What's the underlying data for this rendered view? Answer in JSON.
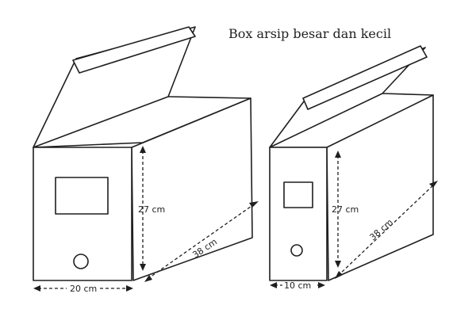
{
  "title": "Box arsip besar dan kecil",
  "large_box": {
    "height_label": "27 cm",
    "depth_label": "38 cm",
    "width_label": "20 cm"
  },
  "small_box": {
    "height_label": "27 cm",
    "depth_label": "38 cm",
    "width_label": "10 cm"
  },
  "colors": {
    "line": "#1f1f1f",
    "background": "#ffffff"
  }
}
